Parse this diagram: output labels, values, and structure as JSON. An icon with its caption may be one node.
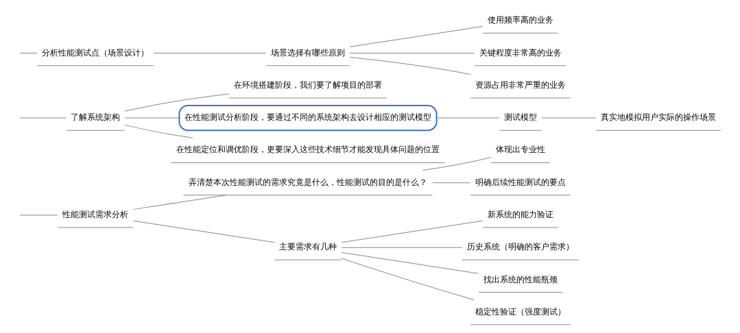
{
  "diagram": {
    "nodes": [
      {
        "text": [
          "性能测试需求分析"
        ]
      },
      {
        "text": [
          "弄清楚本次性能测试的需求究竟是什么，性能测试的目的是什么？"
        ]
      },
      {
        "text": [
          "体现出专业性"
        ]
      },
      {
        "text": [
          "明确后续性能测试的要点"
        ]
      },
      {
        "text": [
          "主要需求有几种"
        ]
      },
      {
        "text": [
          "新系统的能力验证"
        ]
      },
      {
        "text": [
          "历史系统（明确的客户需求）"
        ]
      },
      {
        "text": [
          "找出系统的性能瓶颈"
        ]
      },
      {
        "text": [
          "稳定性验证（强度测试）"
        ]
      },
      {
        "text": [
          "了解系统架构"
        ]
      },
      {
        "text": [
          "在环境搭建阶段，我们要了解项目的部署"
        ]
      },
      {
        "text": [
          "在性能测试分析阶段，要通过不同的系统架构去设计相应的测试模型"
        ]
      },
      {
        "text": [
          "测试模型"
        ]
      },
      {
        "text": [
          "真实地模拟用户实际的操作场景"
        ]
      },
      {
        "text": [
          "在性能定位和调优阶段，更要深入这些技术细节才能发现具体问题的位置"
        ]
      },
      {
        "text": [
          "分析性能测试点（场景设计）"
        ]
      },
      {
        "text": [
          "场景选择有哪些原则"
        ]
      },
      {
        "text": [
          "使用频率高的业务"
        ]
      },
      {
        "text": [
          "关键程度非常高的业务"
        ]
      },
      {
        "text": [
          "资源占用非常严重的业务"
        ]
      }
    ],
    "edges": [
      {
        "from": null,
        "to": 0,
        "arrow": "none"
      },
      {
        "from": 0,
        "to": 1,
        "arrow": "none"
      },
      {
        "from": 1,
        "to": 2,
        "arrow": "none"
      },
      {
        "from": 1,
        "to": 3,
        "arrow": "none"
      },
      {
        "from": 0,
        "to": 4,
        "arrow": "none"
      },
      {
        "from": 4,
        "to": 5,
        "arrow": "none"
      },
      {
        "from": 4,
        "to": 6,
        "arrow": "none"
      },
      {
        "from": 4,
        "to": 7,
        "arrow": "none"
      },
      {
        "from": 4,
        "to": 8,
        "arrow": "none"
      },
      {
        "from": null,
        "to": 9,
        "arrow": "none"
      },
      {
        "from": 9,
        "to": 10,
        "arrow": "none"
      },
      {
        "from": 9,
        "to": 11,
        "arrow": "none"
      },
      {
        "from": 9,
        "to": 14,
        "arrow": "none"
      },
      {
        "from": 11,
        "to": 12,
        "arrow": "none"
      },
      {
        "from": 12,
        "to": 13,
        "arrow": "none"
      },
      {
        "from": null,
        "to": 15,
        "arrow": "none"
      },
      {
        "from": 15,
        "to": 16,
        "arrow": "none"
      },
      {
        "from": 16,
        "to": 17,
        "arrow": "none"
      },
      {
        "from": 16,
        "to": 18,
        "arrow": "none"
      },
      {
        "from": 16,
        "to": 19,
        "arrow": "none"
      }
    ]
  }
}
